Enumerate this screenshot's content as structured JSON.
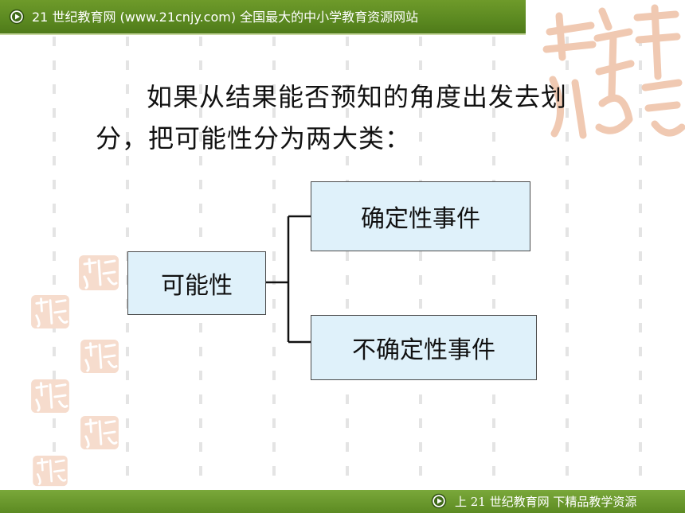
{
  "header": {
    "site_text": "21 世纪教育网 (www.21cnjy.com)  全国最大的中小学教育资源网站",
    "play_icon": "play-circle-icon"
  },
  "footer": {
    "text": "上 21 世纪教育网   下精品教学资源",
    "play_icon": "play-circle-icon"
  },
  "content": {
    "paragraph": "如果从结果能否预知的角度出发去划分，把可能性分为两大类："
  },
  "diagram": {
    "root": "可能性",
    "children": [
      "确定性事件",
      "不确定性事件"
    ]
  },
  "colors": {
    "bar_green": "#5a8820",
    "box_fill": "#dff1fa",
    "watermark": "#f3d2c0"
  }
}
